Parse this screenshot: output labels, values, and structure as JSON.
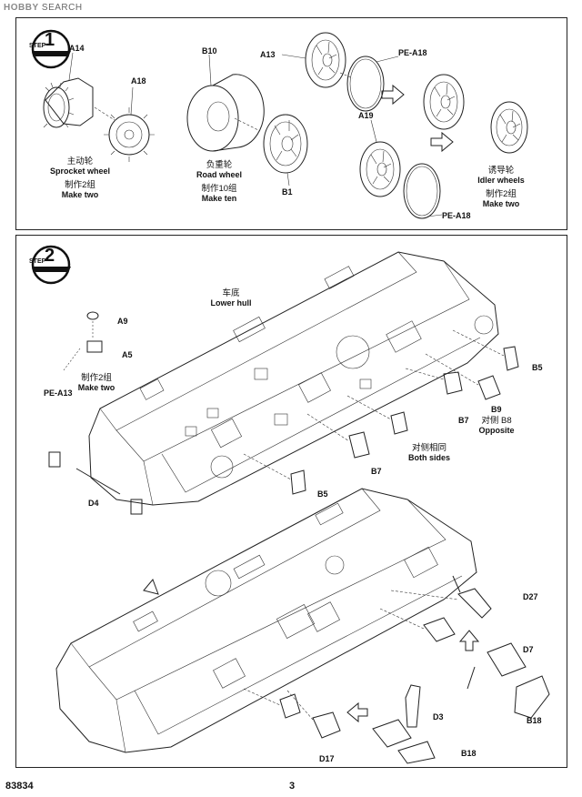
{
  "header": {
    "logo_prefix": "HOBBY",
    "logo_suffix": "SEARCH"
  },
  "step1": {
    "step_word": "STEP",
    "number": "1",
    "parts": {
      "a14": "A14",
      "a18": "A18",
      "b10": "B10",
      "b1": "B1",
      "a13": "A13",
      "pe_a18_top": "PE-A18",
      "a19": "A19",
      "pe_a18_bottom": "PE-A18"
    },
    "sprocket": {
      "zh": "主动轮",
      "en": "Sprocket wheel",
      "qty_zh": "制作2组",
      "qty_en": "Make two"
    },
    "road": {
      "zh": "负重轮",
      "en": "Road  wheel",
      "qty_zh": "制作10组",
      "qty_en": "Make ten"
    },
    "idler": {
      "zh": "诱导轮",
      "en": "Idler wheels",
      "qty_zh": "制作2组",
      "qty_en": "Make two"
    }
  },
  "step2": {
    "step_word": "STEP",
    "number": "2",
    "lower_hull": {
      "zh": "车底",
      "en": "Lower hull"
    },
    "parts": {
      "a9": "A9",
      "a5": "A5",
      "pe_a13": "PE-A13",
      "b5_right": "B5",
      "b9": "B9",
      "b7_a": "B7",
      "b7_b": "B7",
      "b5_bottom": "B5",
      "d4": "D4",
      "d27": "D27",
      "d7": "D7",
      "b18_a": "B18",
      "d3": "D3",
      "b18_b": "B18",
      "d17": "D17"
    },
    "make_two": {
      "zh": "制作2组",
      "en": "Make two"
    },
    "opposite": {
      "zh": "对侧 B8",
      "en": "Opposite"
    },
    "both_sides": {
      "zh": "对侧相同",
      "en": "Both sides"
    }
  },
  "footer": {
    "catalog": "83834",
    "page": "3"
  }
}
